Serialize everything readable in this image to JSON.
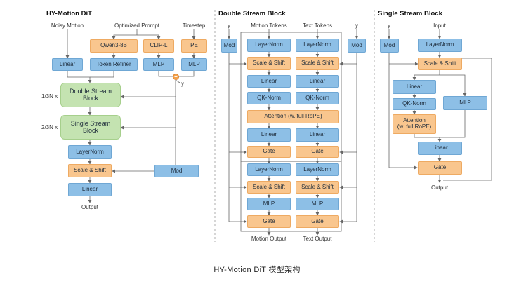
{
  "titles": {
    "left": "HY-Motion DiT",
    "middle": "Double Stream Block",
    "right": "Single Stream Block"
  },
  "left": {
    "inputs": {
      "noisy_motion": "Noisy Motion",
      "optimized_prompt": "Optimized Prompt",
      "timestep": "Timestep",
      "y": "y"
    },
    "boxes": {
      "qwen": "Qwen3-8B",
      "clip": "CLIP-L",
      "pe": "PE",
      "linear_in": "Linear",
      "token_refiner": "Token Refiner",
      "mlp_clip": "MLP",
      "mlp_pe": "MLP",
      "double_block": "Double Stream\nBlock",
      "single_block": "Single Stream\nBlock",
      "layernorm": "LayerNorm",
      "scale_shift": "Scale & Shift",
      "linear_out": "Linear",
      "mod": "Mod"
    },
    "multipliers": {
      "double": "1/3N x",
      "single": "2/3N x"
    },
    "plus": "+",
    "output": "Output"
  },
  "middle": {
    "inputs": {
      "y_left": "y",
      "motion_tokens": "Motion Tokens",
      "text_tokens": "Text Tokens",
      "y_right": "y"
    },
    "mod_left": "Mod",
    "mod_right": "Mod",
    "motion_col": [
      "LayerNorm",
      "Scale & Shift",
      "Linear",
      "QK-Norm"
    ],
    "text_col": [
      "LayerNorm",
      "Scale & Shift",
      "Linear",
      "QK-Norm"
    ],
    "attention": "Attention (w. full RoPE)",
    "motion_col2": [
      "Linear",
      "Gate",
      "LayerNorm",
      "Scale & Shift",
      "MLP",
      "Gate"
    ],
    "text_col2": [
      "Linear",
      "Gate",
      "LayerNorm",
      "Scale & Shift",
      "MLP",
      "Gate"
    ],
    "outputs": {
      "motion": "Motion Output",
      "text": "Text Output"
    }
  },
  "right": {
    "inputs": {
      "y": "y",
      "input": "Input"
    },
    "mod": "Mod",
    "layernorm": "LayerNorm",
    "scale_shift": "Scale & Shift",
    "linear1": "Linear",
    "qknorm": "QK-Norm",
    "attention": "Attention\n(w. full RoPE)",
    "mlp": "MLP",
    "linear2": "Linear",
    "gate": "Gate",
    "output": "Output"
  },
  "caption": "HY-Motion DiT 模型架构",
  "colors": {
    "blue_box": "#8dbfe6",
    "orange_box": "#f9c68e",
    "green_box": "#c4e3b1",
    "plus_node": "#f4a24c",
    "line": "#666666"
  }
}
